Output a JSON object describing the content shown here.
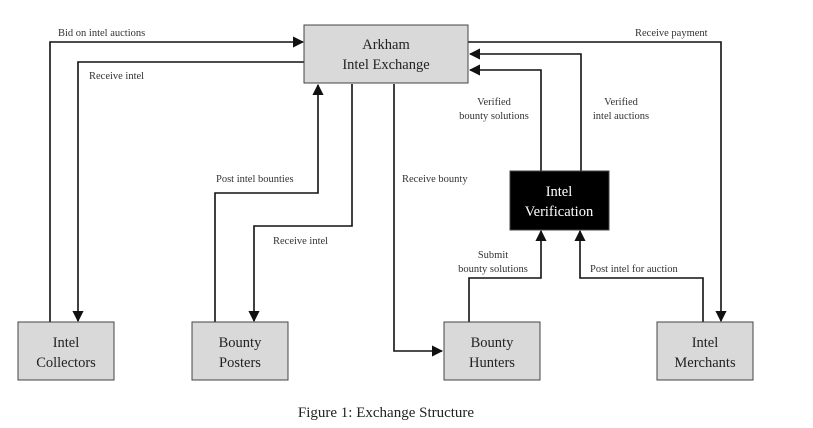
{
  "diagram": {
    "colors": {
      "node_fill": "#d9d9d9",
      "highlight_fill": "#000000",
      "highlight_text": "#ffffff",
      "edge": "#111111"
    },
    "nodes": {
      "exchange": {
        "line1": "Arkham",
        "line2": "Intel Exchange",
        "style": "default"
      },
      "verification": {
        "line1": "Intel",
        "line2": "Verification",
        "style": "highlight"
      },
      "collectors": {
        "line1": "Intel",
        "line2": "Collectors",
        "style": "default"
      },
      "posters": {
        "line1": "Bounty",
        "line2": "Posters",
        "style": "default"
      },
      "hunters": {
        "line1": "Bounty",
        "line2": "Hunters",
        "style": "default"
      },
      "merchants": {
        "line1": "Intel",
        "line2": "Merchants",
        "style": "default"
      }
    },
    "edges": {
      "bid_auctions": {
        "from": "collectors",
        "to": "exchange",
        "label": "Bid on intel auctions"
      },
      "receive_intel_collectors": {
        "from": "exchange",
        "to": "collectors",
        "label": "Receive intel"
      },
      "post_bounties": {
        "from": "posters",
        "to": "exchange",
        "label": "Post intel bounties"
      },
      "receive_intel_posters": {
        "from": "exchange",
        "to": "posters",
        "label": "Receive intel"
      },
      "receive_bounty": {
        "from": "exchange",
        "to": "hunters",
        "label": "Receive bounty"
      },
      "receive_payment": {
        "from": "exchange",
        "to": "merchants",
        "label": "Receive payment"
      },
      "verified_solutions": {
        "from": "verification",
        "to": "exchange",
        "label_line1": "Verified",
        "label_line2": "bounty solutions"
      },
      "verified_auctions": {
        "from": "verification",
        "to": "exchange",
        "label_line1": "Verified",
        "label_line2": "intel auctions"
      },
      "submit_solutions": {
        "from": "hunters",
        "to": "verification",
        "label_line1": "Submit",
        "label_line2": "bounty solutions"
      },
      "post_for_auction": {
        "from": "merchants",
        "to": "verification",
        "label": "Post intel for auction"
      }
    },
    "caption": "Figure 1: Exchange Structure"
  }
}
